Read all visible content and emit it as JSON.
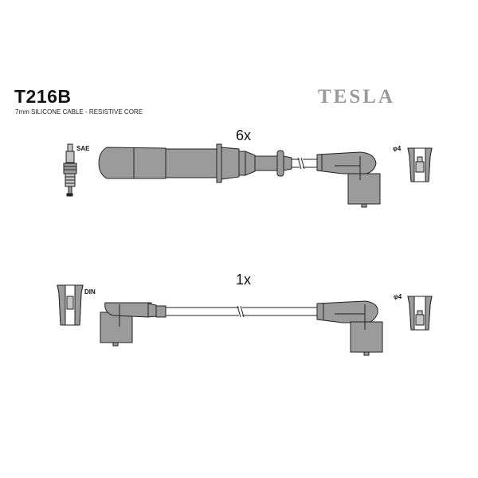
{
  "header": {
    "part_code": "T216B",
    "description": "7mm SILICONE CABLE - RESISTIVE CORE",
    "brand": "TESLA"
  },
  "top_lead": {
    "quantity": "6x",
    "plug_label": "SAE",
    "terminal_label": "φ4"
  },
  "bottom_lead": {
    "quantity": "1x",
    "plug_label": "DIN",
    "terminal_label": "φ4"
  },
  "colors": {
    "part_fill": "#9b9b9b",
    "part_fill_light": "#c4c4c4",
    "outline": "#222222",
    "brand_gray": "#9a9a9a"
  }
}
